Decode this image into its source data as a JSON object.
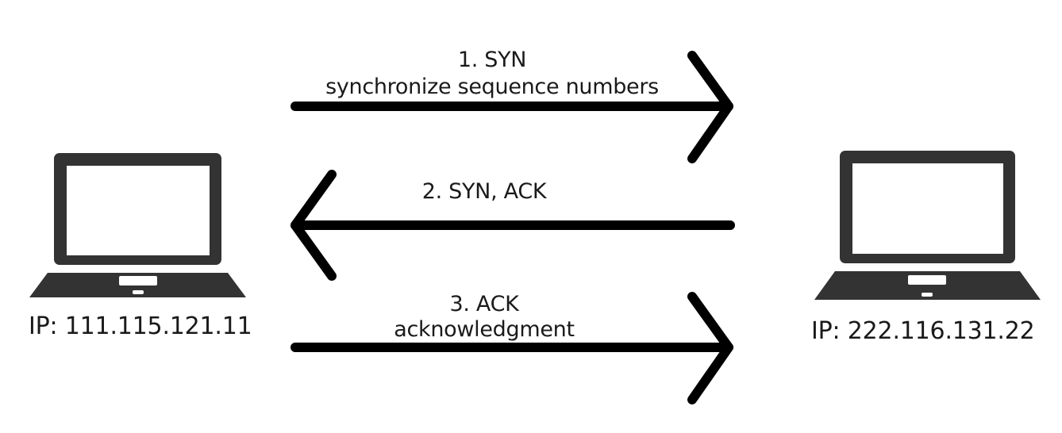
{
  "steps": [
    {
      "title": "1. SYN",
      "description": "synchronize sequence numbers",
      "direction": "client-to-server"
    },
    {
      "title": "2. SYN, ACK",
      "description": "",
      "direction": "server-to-client"
    },
    {
      "title": "3. ACK",
      "description": "acknowledgment",
      "direction": "client-to-server"
    }
  ],
  "client": {
    "ip_label": "IP: 111.115.121.11",
    "icon": "laptop-icon"
  },
  "server": {
    "ip_label": "IP: 222.116.131.22",
    "icon": "laptop-icon"
  },
  "colors": {
    "stroke": "#000000",
    "laptop": "#333333",
    "text": "#1a1a1a",
    "background": "#ffffff"
  }
}
